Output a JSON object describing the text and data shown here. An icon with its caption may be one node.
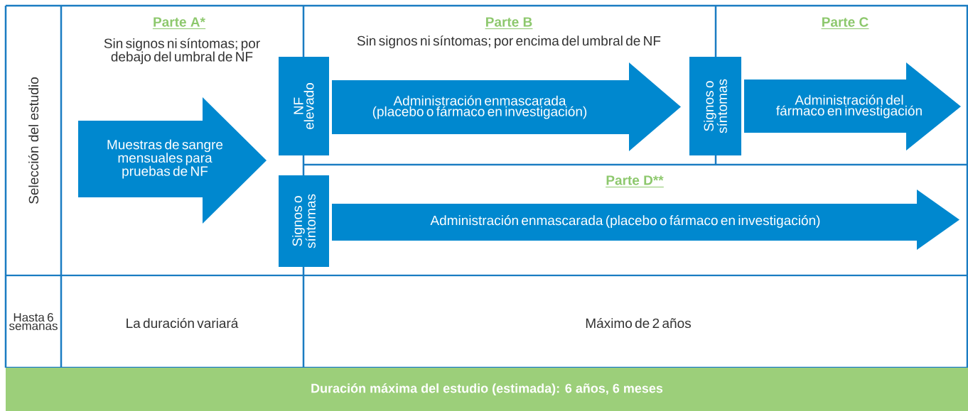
{
  "diagram": {
    "nodes": [
      {
        "text": [
          "Muestras de sangre mensuales para pruebas de NF"
        ]
      },
      {
        "text": [
          "NF elevado"
        ]
      },
      {
        "text": [
          "Administración enmascarada (placebo o fármaco en investigación)"
        ]
      },
      {
        "text": [
          "Signos o síntomas"
        ]
      },
      {
        "text": [
          "Administración del fármaco en investigación"
        ]
      },
      {
        "text": [
          "Signos o síntomas"
        ]
      },
      {
        "text": [
          "Administración enmascarada (placebo o fármaco en investigación)"
        ]
      },
      {
        "text": [
          "Duración máxima del estudio (estimada): 6 años, 6 meses"
        ]
      }
    ],
    "labels": [
      "Selección del estudio",
      "Parte A*",
      "Sin signos ni síntomas; por debajo del umbral de NF",
      "Parte B",
      "Sin signos ni síntomas; por encima del umbral de NF",
      "Parte C",
      "Parte D**",
      "Hasta 6 semanas",
      "La duración variará",
      "Máximo de 2 años"
    ]
  }
}
